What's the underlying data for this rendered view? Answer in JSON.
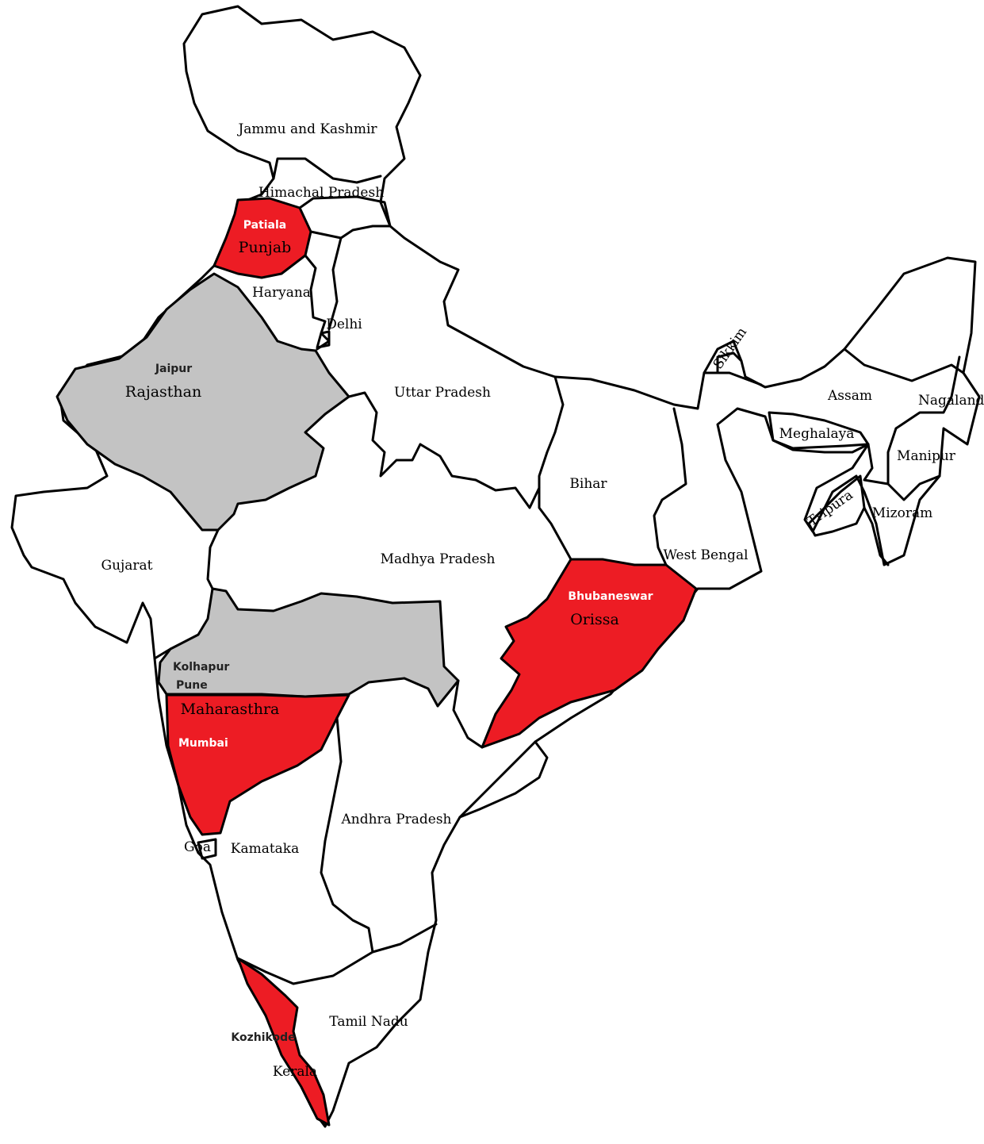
{
  "colors": {
    "highlight_red": "#ed1c24",
    "highlight_gray": "#c3c3c3",
    "default_fill": "#ffffff",
    "outline": "#000000"
  },
  "states": {
    "jammu_kashmir": "Jammu and Kashmir",
    "himachal": "Himachal Pradesh",
    "punjab": "Punjab",
    "haryana": "Haryana",
    "delhi": "Delhi",
    "rajasthan": "Rajasthan",
    "uttar_pradesh": "Uttar Pradesh",
    "sikkim": "Sikkim",
    "assam": "Assam",
    "nagaland": "Nagaland",
    "meghalaya": "Meghalaya",
    "manipur": "Manipur",
    "tripura": "Tripura",
    "mizoram": "Mizoram",
    "bihar": "Bihar",
    "west_bengal": "West Bengal",
    "gujarat": "Gujarat",
    "madhya_pradesh": "Madhya Pradesh",
    "orissa": "Orissa",
    "maharashtra": "Maharasthra",
    "andhra_pradesh": "Andhra Pradesh",
    "goa": "Goa",
    "karnataka": "Kamataka",
    "tamil_nadu": "Tamil Nadu",
    "kerala": "Kerala"
  },
  "cities": {
    "patiala": "Patiala",
    "jaipur": "Jaipur",
    "bhubaneswar": "Bhubaneswar",
    "kolhapur": "Kolhapur",
    "pune": "Pune",
    "mumbai": "Mumbai",
    "kozhikode": "Kozhikode"
  }
}
